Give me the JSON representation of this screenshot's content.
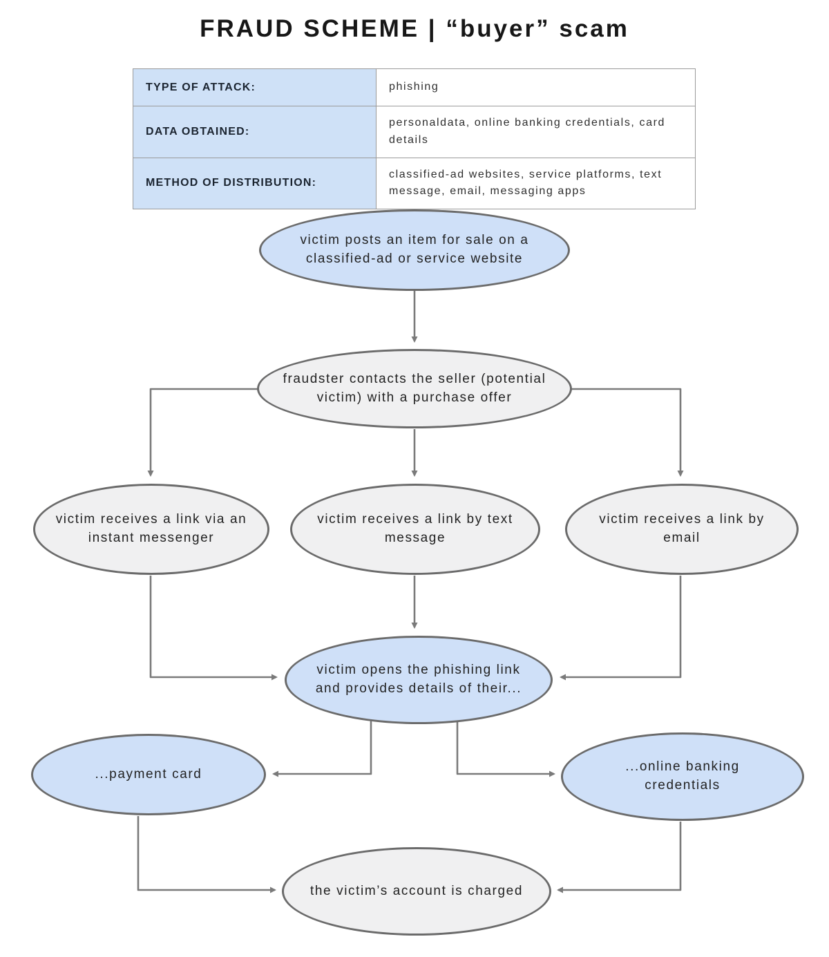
{
  "title": "FRAUD SCHEME | “buyer” scam",
  "info_table": {
    "rows": [
      {
        "label": "TYPE OF ATTACK:",
        "value": "phishing"
      },
      {
        "label": "DATA OBTAINED:",
        "value": "personaldata, online banking credentials, card details"
      },
      {
        "label": "METHOD OF DISTRIBUTION:",
        "value": "classified-ad websites, service platforms, text message, email, messaging apps"
      }
    ]
  },
  "flowchart": {
    "nodes": {
      "posts": {
        "label": "victim posts an item for sale on a classified-ad or service website",
        "type": "highlight"
      },
      "contact": {
        "label": "fraudster contacts the seller (potential victim) with a purchase offer",
        "type": "plain"
      },
      "im": {
        "label": "victim receives a link via an instant messenger",
        "type": "plain"
      },
      "sms": {
        "label": "victim receives a link by text message",
        "type": "plain"
      },
      "email": {
        "label": "victim receives a link by email",
        "type": "plain"
      },
      "opens": {
        "label": "victim opens the phishing link and provides details of their...",
        "type": "highlight"
      },
      "card": {
        "label": "...payment card",
        "type": "highlight"
      },
      "banking": {
        "label": "...online banking credentials",
        "type": "highlight"
      },
      "charged": {
        "label": "the victim’s account is charged",
        "type": "plain"
      }
    }
  },
  "colors": {
    "node_highlight_fill": "#cfe0f8",
    "node_plain_fill": "#f0f0f1",
    "node_border": "#6b6b6b",
    "arrow": "#7a7a7a",
    "table_label_bg": "#cfe1f7",
    "table_border": "#9a9a9a"
  }
}
